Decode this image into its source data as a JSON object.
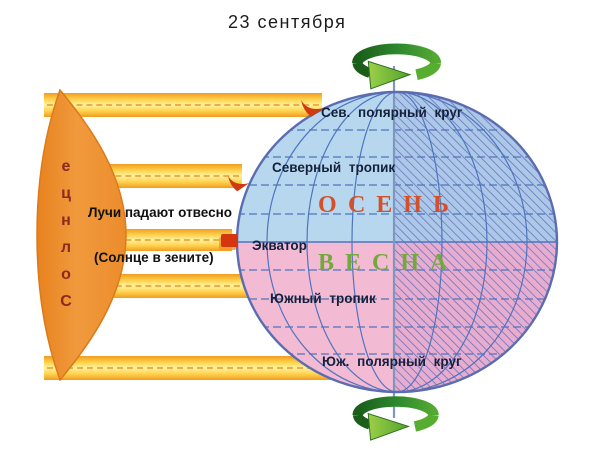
{
  "title": "23 сентября",
  "sun": {
    "word": "Солнце",
    "letters": [
      "е",
      "ц",
      "н",
      "л",
      "о",
      "С"
    ]
  },
  "rays": {
    "caption_top": "Лучи падают отвесно",
    "caption_bottom": "(Солнце в зените)"
  },
  "globe": {
    "labels": {
      "north_polar_circle": "Сев. полярный круг",
      "north_tropic": "Северный тропик",
      "equator": "Экватор",
      "south_tropic": "Южный тропик",
      "south_polar_circle": "Юж. полярный круг"
    },
    "seasons": {
      "northern_hemisphere": "ОСЕНЬ",
      "southern_hemisphere": "ВЕСНА"
    }
  },
  "colors": {
    "sun_orange": "#ef8f33",
    "ray_yellow": "#ffd44e",
    "ray_marker_red": "#d5350f",
    "sun_text_maroon": "#8b2a1e",
    "autumn_text": "#d4502a",
    "spring_text": "#74a83d",
    "day_side_north": "#b7d7ee",
    "day_side_south": "#f3bad4",
    "night_hatch": "#6a6fb4",
    "grid_blue": "#4f74be",
    "rotation_arrow_green": "#2e8b2e",
    "label_text": "#14213c"
  }
}
